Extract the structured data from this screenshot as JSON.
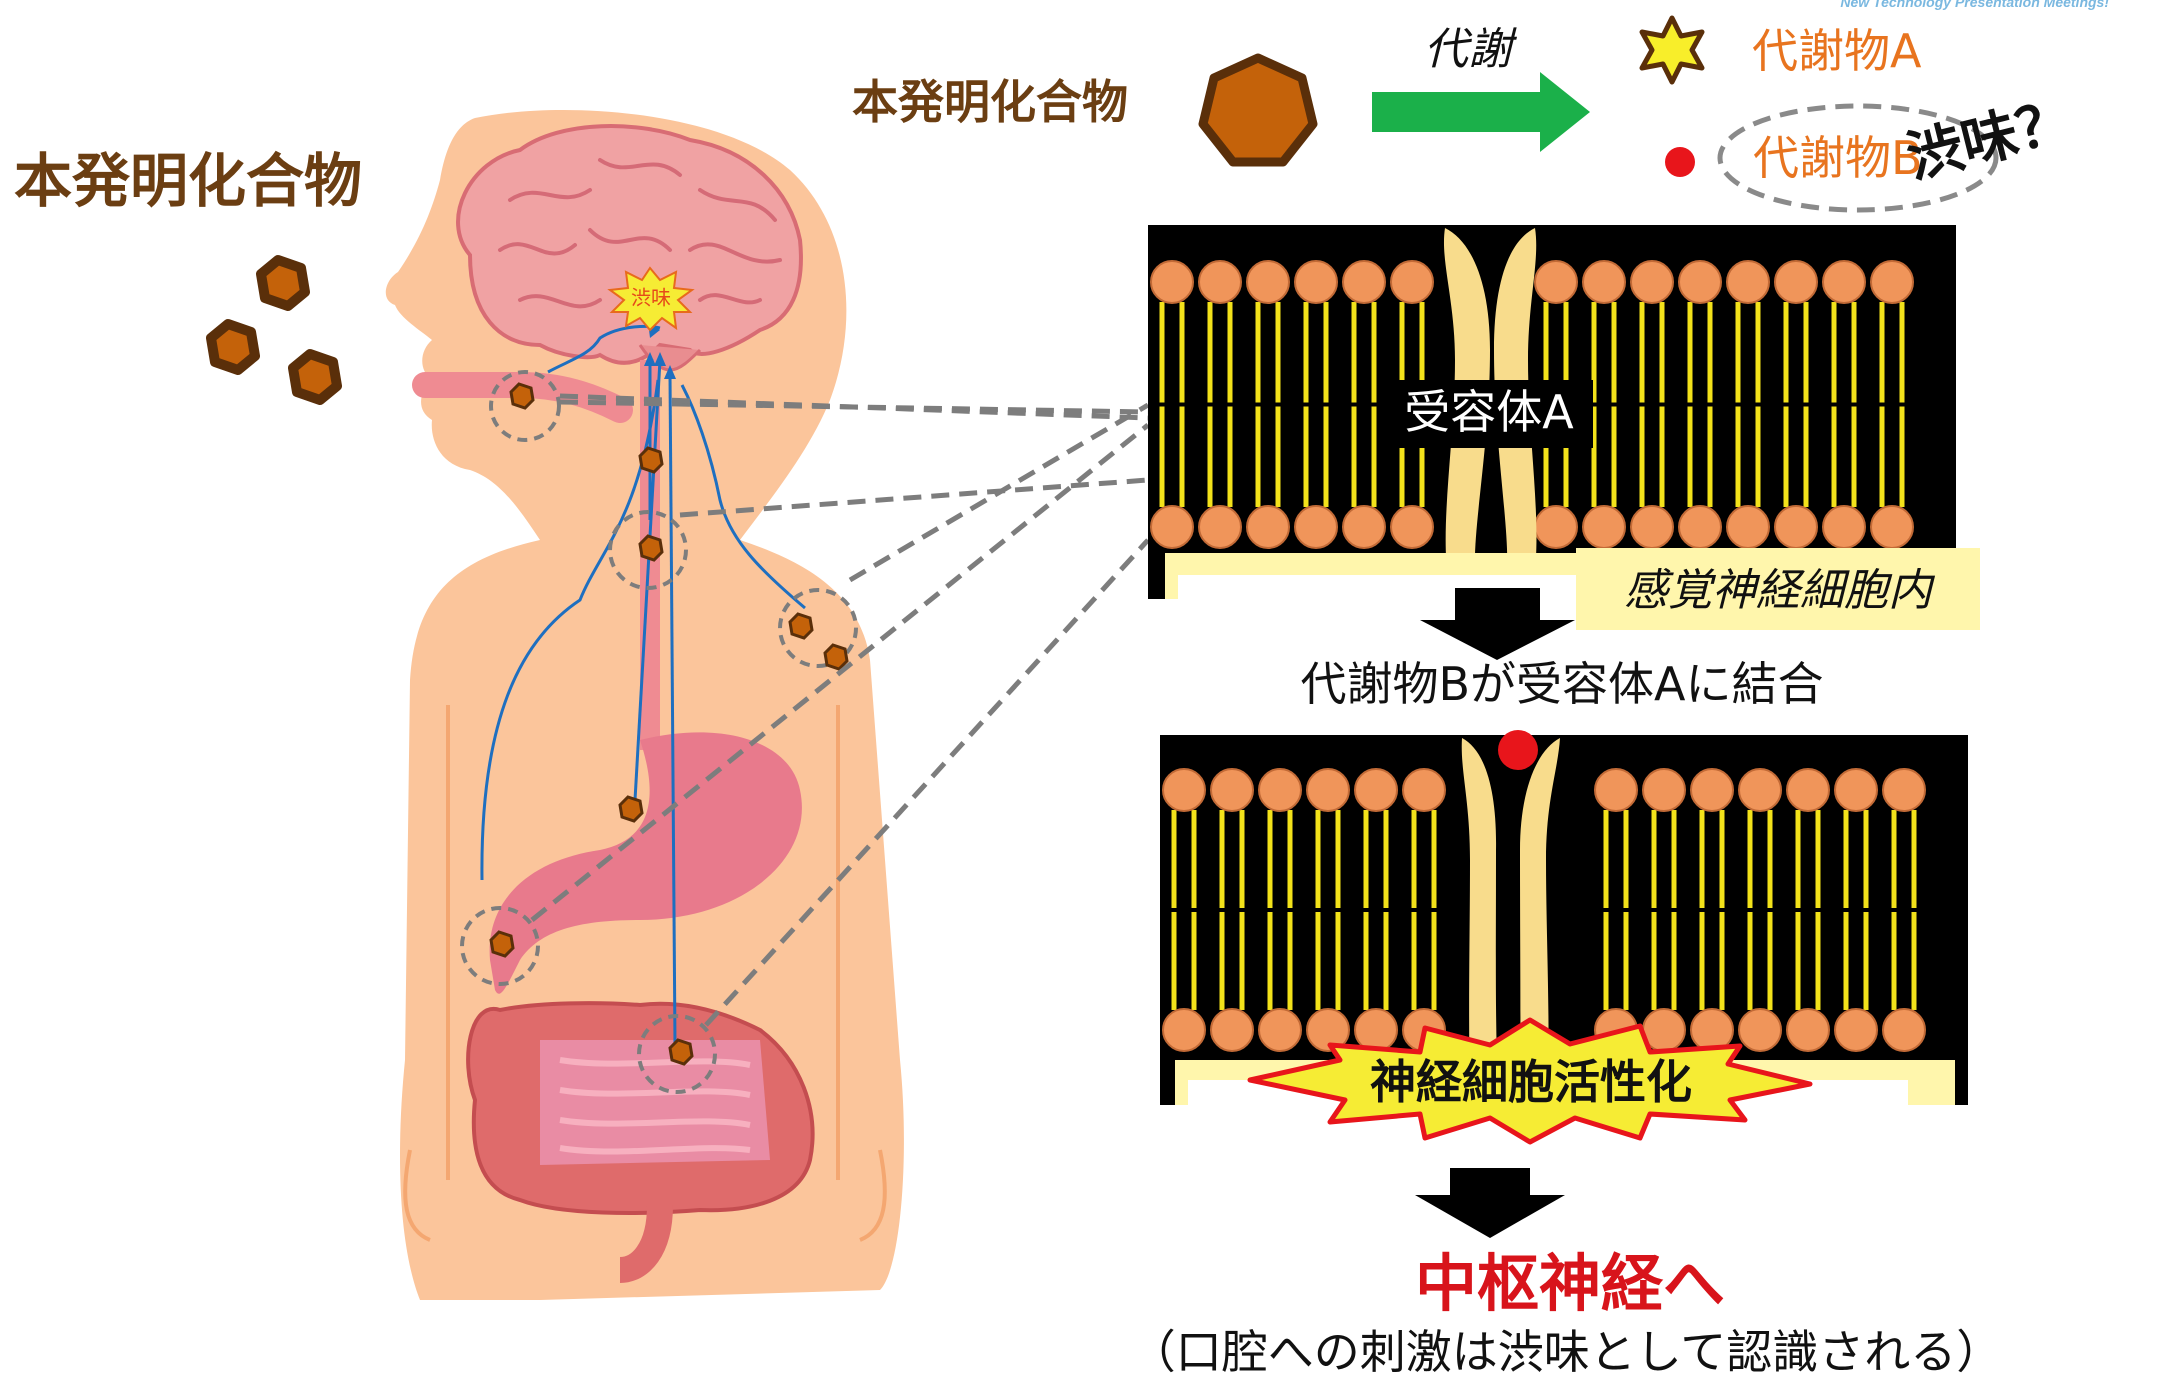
{
  "header": {
    "banner": "New Technology Presentation Meetings!"
  },
  "top_flow": {
    "compound_label": "本発明化合物",
    "arrow_label": "代謝",
    "metabolite_a": "代謝物A",
    "metabolite_b": "代謝物B",
    "astringent_q": "渋味？"
  },
  "body_panel": {
    "compound_label": "本発明化合物",
    "brain_burst_text": "渋味"
  },
  "membrane_top": {
    "receptor_label": "受容体A",
    "intracellular_label": "感覚神経細胞内"
  },
  "binding_text": "代謝物Bが受容体Aに結合",
  "membrane_bottom": {
    "activation_label": "神経細胞活性化"
  },
  "result": {
    "title": "中枢神経へ",
    "note": "（口腔への刺激は渋味として認識される）"
  },
  "colors": {
    "compound_brown": "#c4620a",
    "compound_border": "#5a2f0a",
    "title_brown": "#6b3e12",
    "arrow_green": "#1bb04a",
    "metabolite_orange": "#e8741f",
    "red_dot": "#e8151b",
    "lipid_head": "#f0955a",
    "lipid_tail": "#f3e21a",
    "receptor": "#f8dc8c",
    "skin": "#fbc59b",
    "nerve_blue": "#1e6fc0",
    "result_red": "#d8141b",
    "banner_blue": "#7ab8e0"
  }
}
